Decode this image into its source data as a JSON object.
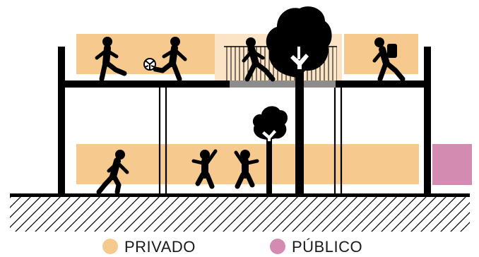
{
  "colors": {
    "privado": "#f6c98e",
    "privado_light": "#fbe4c6",
    "publico": "#d48bb2",
    "structure": "#000000",
    "walkway": "#8c8c8c",
    "hatch": "#000000",
    "background": "#ffffff"
  },
  "legend": {
    "items": [
      {
        "key": "privado",
        "label": "PRIVADO",
        "color": "#f6c98e"
      },
      {
        "key": "publico",
        "label": "PÚBLICO",
        "color": "#d48bb2"
      }
    ]
  },
  "icons": [
    "person-kicking-icon",
    "person-with-ball-icon",
    "soccer-ball-icon",
    "person-walking-icon",
    "hiker-with-backpack-icon",
    "person-running-icon",
    "child-jumping-icon",
    "large-tree-icon",
    "small-tree-icon"
  ]
}
